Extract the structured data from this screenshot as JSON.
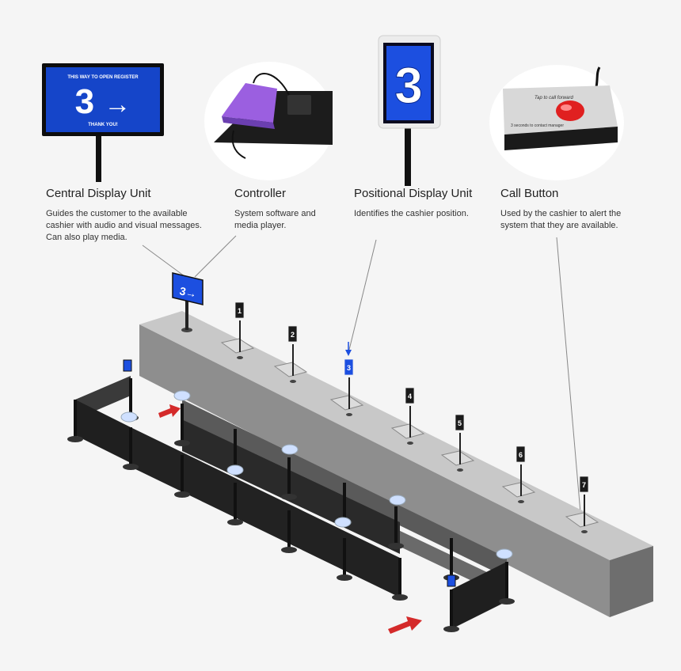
{
  "components": [
    {
      "title": "Central Display Unit",
      "description": "Guides the customer to the available cashier with audio and visual messages. Can also play media."
    },
    {
      "title": "Controller",
      "description": "System software and media player."
    },
    {
      "title": "Positional Display Unit",
      "description": "Identifies the cashier position."
    },
    {
      "title": "Call Button",
      "description": "Used by the cashier to alert the system that they are available."
    }
  ],
  "central_display": {
    "header": "THIS WAY TO OPEN REGISTER",
    "number": "3",
    "arrow": "→",
    "footer": "THANK YOU!",
    "screen_color": "#1545c9"
  },
  "positional_display": {
    "number": "3",
    "screen_color": "#1c4fe0"
  },
  "call_button": {
    "line1": "Tap to call forward",
    "line2": "3 seconds to contact manager",
    "button_color": "#e02020"
  },
  "counter_positions": [
    "1",
    "2",
    "3",
    "4",
    "5",
    "6",
    "7"
  ],
  "active_position": "3",
  "mini_display": {
    "number": "3",
    "arrow": "→"
  },
  "colors": {
    "counter": "#9a9a9a",
    "barrier": "#2a2a2a",
    "arrow": "#d42a2a",
    "highlight": "#1c4fe0"
  }
}
